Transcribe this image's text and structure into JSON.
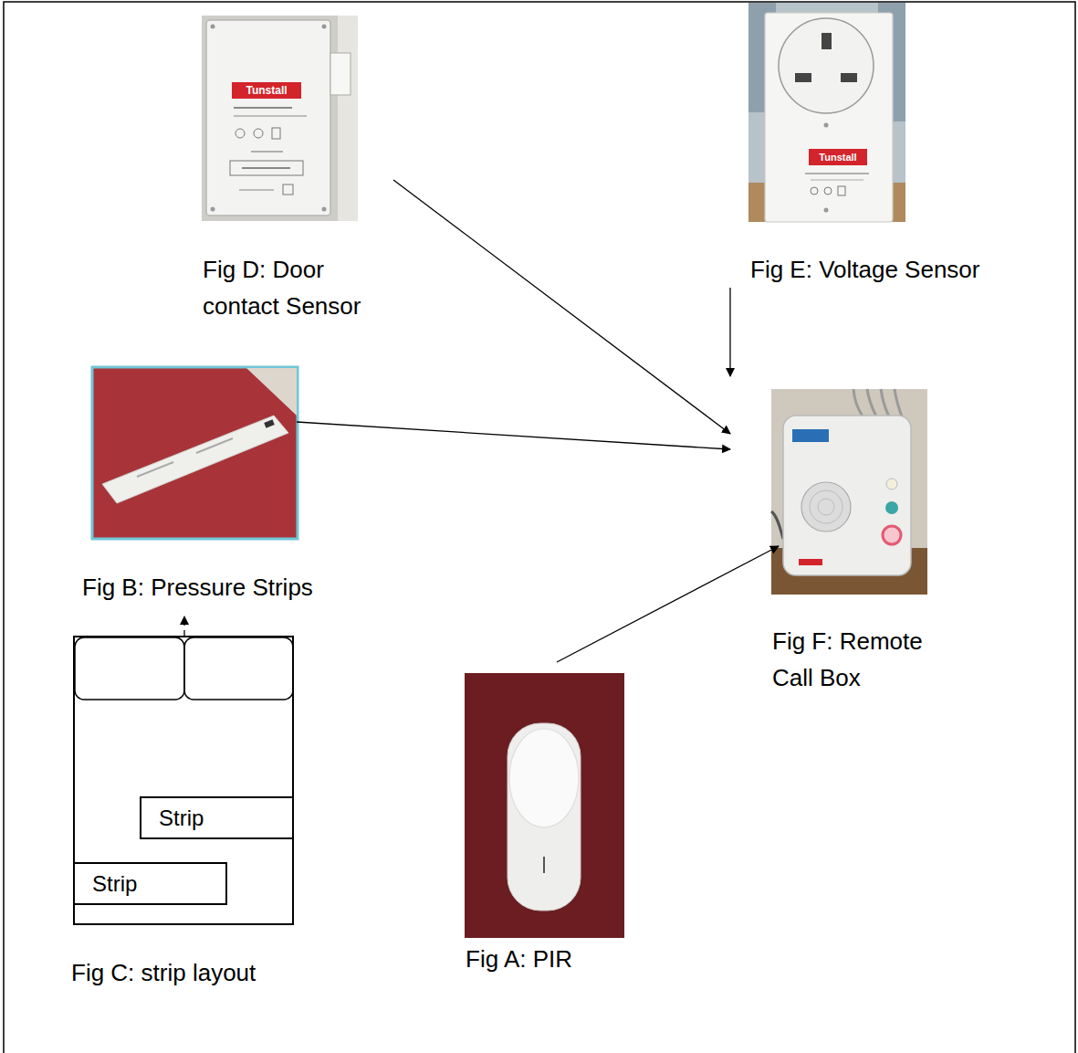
{
  "diagram": {
    "nodes": [
      {
        "text": [
          "Fig D: Door contact Sensor"
        ]
      },
      {
        "text": [
          "Fig E: Voltage Sensor"
        ]
      },
      {
        "text": [
          "Fig B: Pressure Strips"
        ]
      },
      {
        "text": [
          "Fig F: Remote Call Box"
        ]
      },
      {
        "text": [
          "Fig C: strip layout"
        ]
      },
      {
        "text": [
          "Strip"
        ],
        "in": 4
      },
      {
        "text": [
          "Strip"
        ],
        "in": 4
      },
      {
        "text": [
          "Fig A: PIR"
        ]
      }
    ],
    "edges": [
      {
        "from": 0,
        "to": 3,
        "arrow": "to"
      },
      {
        "from": 1,
        "to": 3,
        "arrow": "to"
      },
      {
        "from": 2,
        "to": 3,
        "arrow": "to"
      },
      {
        "from": 7,
        "to": 3,
        "arrow": "to"
      },
      {
        "from": 4,
        "to": 2,
        "arrow": "to"
      }
    ],
    "labels": [
      "Tunstall",
      "Tunstall"
    ]
  }
}
